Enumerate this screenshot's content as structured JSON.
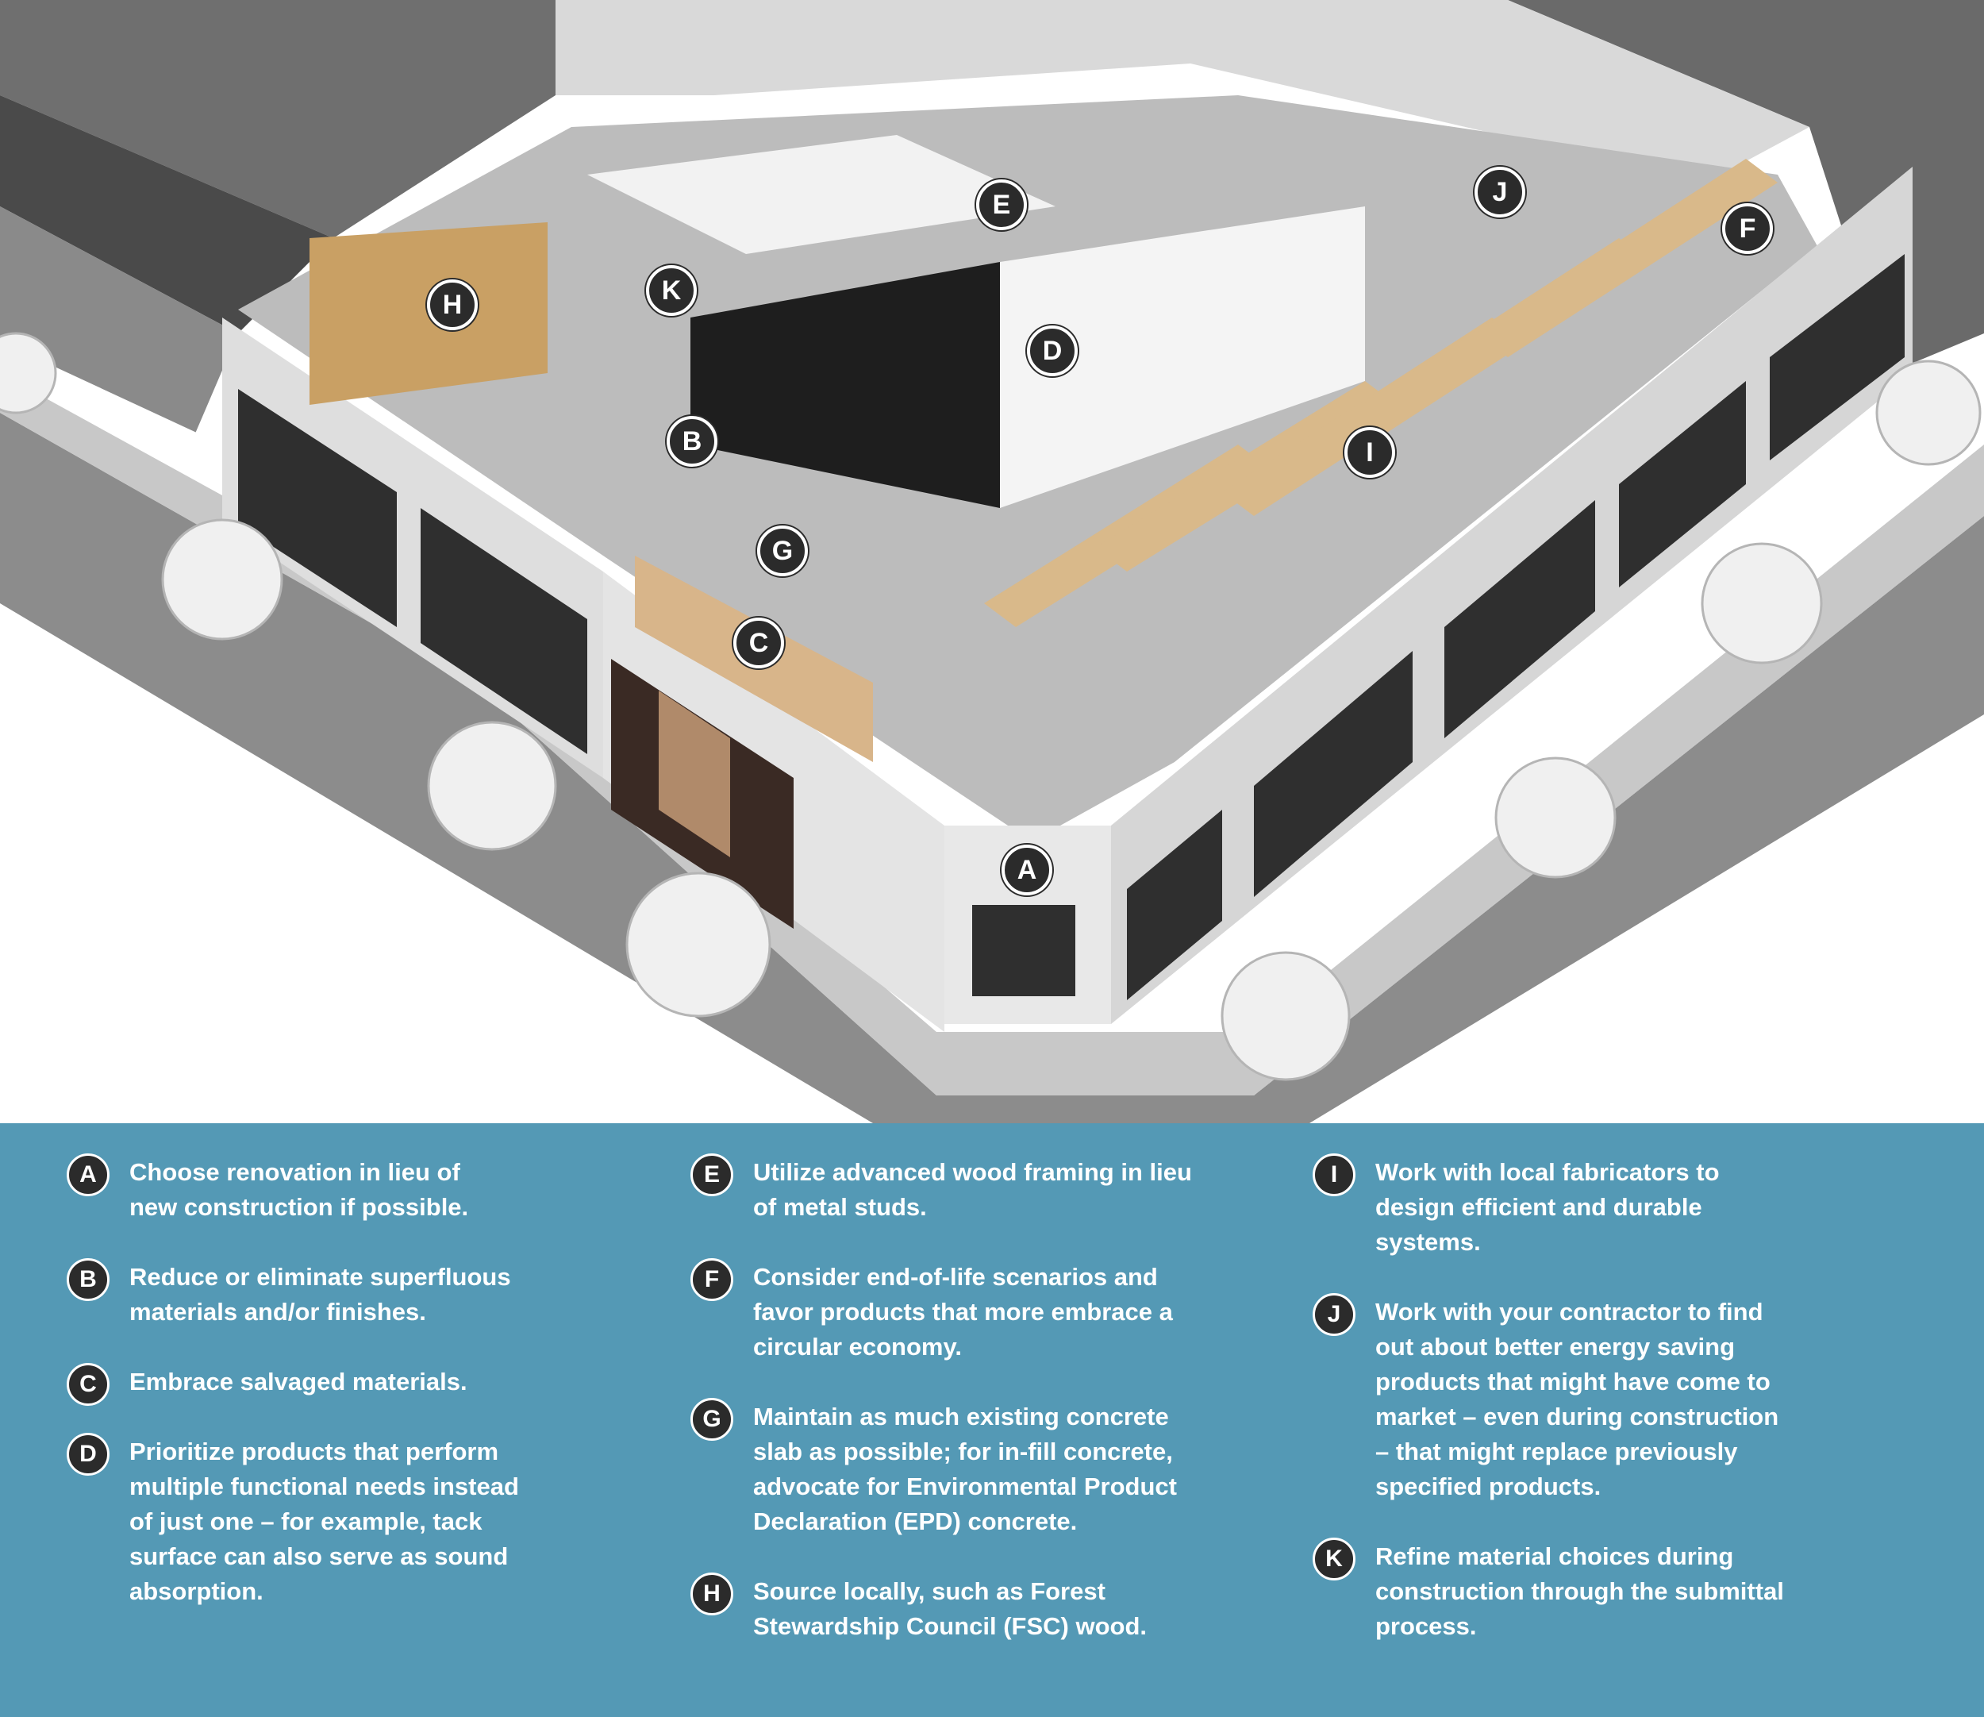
{
  "colors": {
    "panel_background": "#5499b5",
    "marker_fill": "#2b2b2b",
    "marker_text": "#ffffff",
    "legend_text": "#ffffff"
  },
  "markers": [
    "A",
    "B",
    "C",
    "D",
    "E",
    "F",
    "G",
    "H",
    "I",
    "J",
    "K"
  ],
  "legend": {
    "columns": [
      [
        {
          "letter": "A",
          "lines": [
            "Choose renovation in lieu of",
            "new construction if possible."
          ]
        },
        {
          "letter": "B",
          "lines": [
            "Reduce or eliminate superfluous",
            "materials and/or finishes."
          ]
        },
        {
          "letter": "C",
          "lines": [
            "Embrace salvaged materials."
          ]
        },
        {
          "letter": "D",
          "lines": [
            "Prioritize products that perform",
            "multiple functional needs instead",
            "of just one – for example, tack",
            "surface can also serve as sound",
            "absorption."
          ]
        }
      ],
      [
        {
          "letter": "E",
          "lines": [
            "Utilize advanced wood framing in lieu",
            "of metal studs."
          ]
        },
        {
          "letter": "F",
          "lines": [
            "Consider end-of-life scenarios and",
            "favor products that more embrace a",
            "circular economy."
          ]
        },
        {
          "letter": "G",
          "lines": [
            "Maintain as much existing concrete",
            "slab as possible; for in-fill concrete,",
            "advocate for Environmental Product",
            "Declaration (EPD) concrete."
          ]
        },
        {
          "letter": "H",
          "lines": [
            "Source locally, such as Forest",
            "Stewardship Council (FSC) wood."
          ]
        }
      ],
      [
        {
          "letter": "I",
          "lines": [
            "Work with local fabricators to",
            "design efficient and durable",
            "systems."
          ]
        },
        {
          "letter": "J",
          "lines": [
            "Work with your contractor to find",
            "out about better energy saving",
            "products that might have come to",
            "market – even during construction",
            "– that might replace previously",
            "specified products."
          ]
        },
        {
          "letter": "K",
          "lines": [
            "Refine material choices during",
            "construction through the submittal",
            "process."
          ]
        }
      ]
    ]
  }
}
